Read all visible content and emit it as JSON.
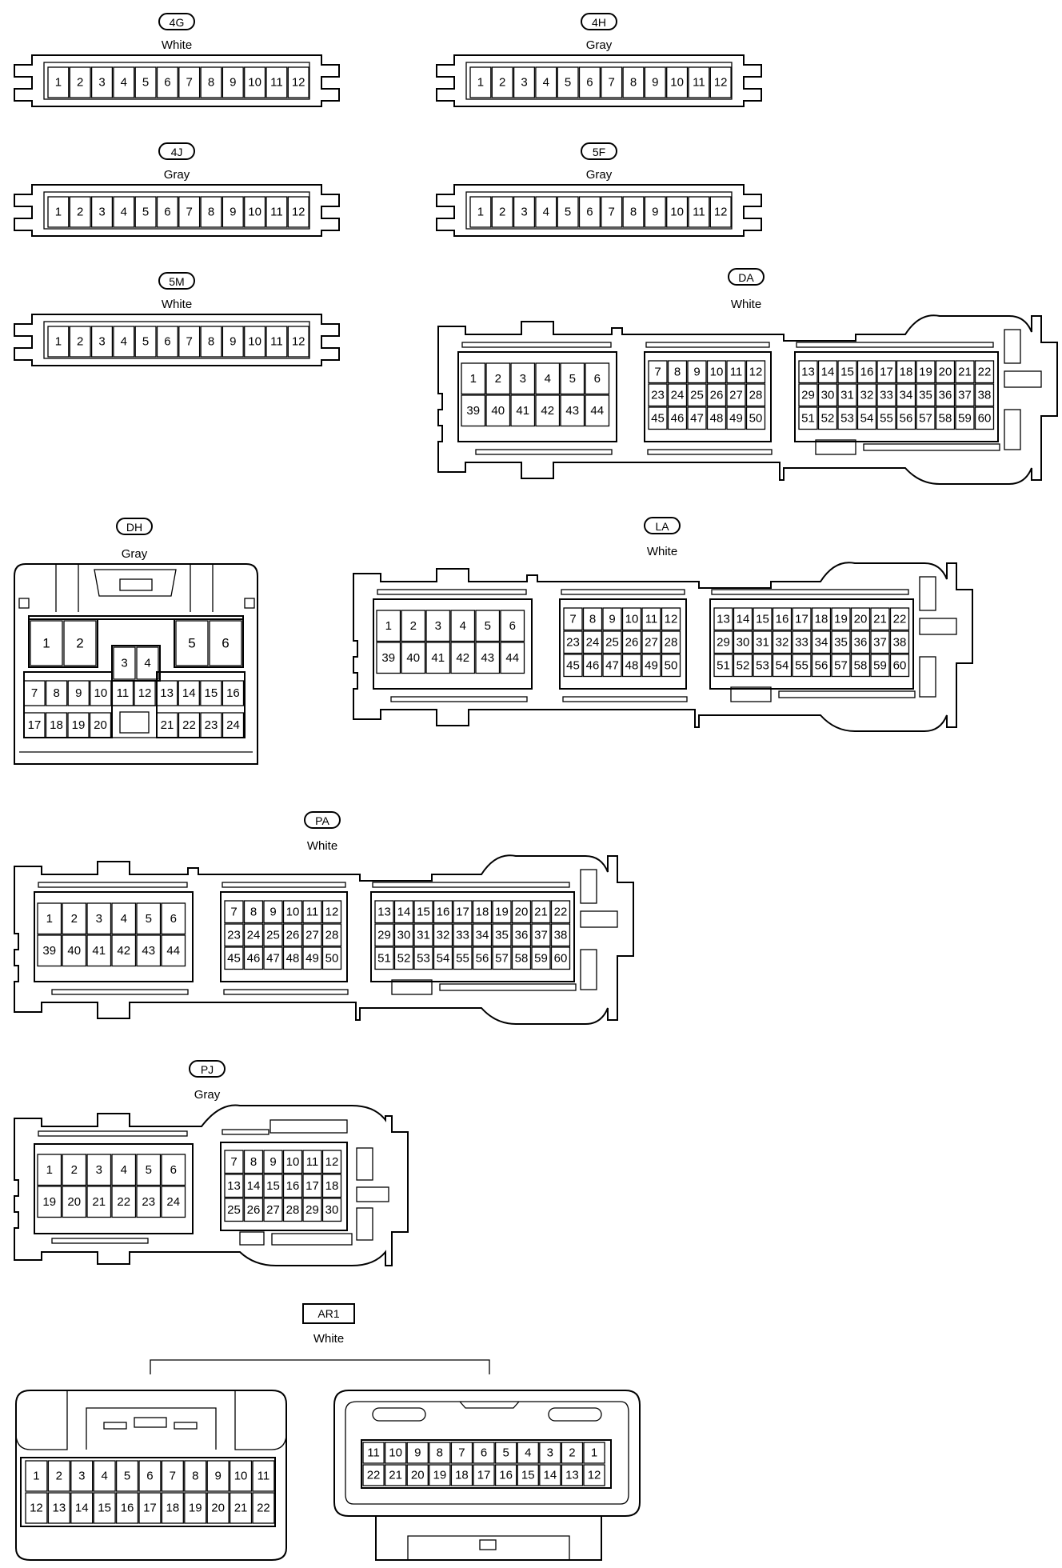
{
  "connectors": [
    {
      "id": "4G",
      "color": "White",
      "pins": [
        "1",
        "2",
        "3",
        "4",
        "5",
        "6",
        "7",
        "8",
        "9",
        "10",
        "11",
        "12"
      ]
    },
    {
      "id": "4H",
      "color": "Gray",
      "pins": [
        "1",
        "2",
        "3",
        "4",
        "5",
        "6",
        "7",
        "8",
        "9",
        "10",
        "11",
        "12"
      ]
    },
    {
      "id": "4J",
      "color": "Gray",
      "pins": [
        "1",
        "2",
        "3",
        "4",
        "5",
        "6",
        "7",
        "8",
        "9",
        "10",
        "11",
        "12"
      ]
    },
    {
      "id": "5F",
      "color": "Gray",
      "pins": [
        "1",
        "2",
        "3",
        "4",
        "5",
        "6",
        "7",
        "8",
        "9",
        "10",
        "11",
        "12"
      ]
    },
    {
      "id": "5M",
      "color": "White",
      "pins": [
        "1",
        "2",
        "3",
        "4",
        "5",
        "6",
        "7",
        "8",
        "9",
        "10",
        "11",
        "12"
      ]
    },
    {
      "id": "DA",
      "color": "White",
      "blocks": [
        [
          [
            "1",
            "2",
            "3",
            "4",
            "5",
            "6"
          ],
          [
            "39",
            "40",
            "41",
            "42",
            "43",
            "44"
          ]
        ],
        [
          [
            "7",
            "8",
            "9",
            "10",
            "11",
            "12"
          ],
          [
            "23",
            "24",
            "25",
            "26",
            "27",
            "28"
          ],
          [
            "45",
            "46",
            "47",
            "48",
            "49",
            "50"
          ]
        ],
        [
          [
            "13",
            "14",
            "15",
            "16",
            "17",
            "18",
            "19",
            "20",
            "21",
            "22"
          ],
          [
            "29",
            "30",
            "31",
            "32",
            "33",
            "34",
            "35",
            "36",
            "37",
            "38"
          ],
          [
            "51",
            "52",
            "53",
            "54",
            "55",
            "56",
            "57",
            "58",
            "59",
            "60"
          ]
        ]
      ]
    },
    {
      "id": "DH",
      "color": "Gray",
      "pins_top": [
        "1",
        "2",
        "5",
        "6"
      ],
      "pins_mid": [
        "3",
        "4"
      ],
      "row1": [
        "7",
        "8",
        "9",
        "10",
        "11",
        "12",
        "13",
        "14",
        "15",
        "16"
      ],
      "row2_left": [
        "17",
        "18",
        "19",
        "20"
      ],
      "row2_right": [
        "21",
        "22",
        "23",
        "24"
      ]
    },
    {
      "id": "LA",
      "color": "White",
      "blocks": [
        [
          [
            "1",
            "2",
            "3",
            "4",
            "5",
            "6"
          ],
          [
            "39",
            "40",
            "41",
            "42",
            "43",
            "44"
          ]
        ],
        [
          [
            "7",
            "8",
            "9",
            "10",
            "11",
            "12"
          ],
          [
            "23",
            "24",
            "25",
            "26",
            "27",
            "28"
          ],
          [
            "45",
            "46",
            "47",
            "48",
            "49",
            "50"
          ]
        ],
        [
          [
            "13",
            "14",
            "15",
            "16",
            "17",
            "18",
            "19",
            "20",
            "21",
            "22"
          ],
          [
            "29",
            "30",
            "31",
            "32",
            "33",
            "34",
            "35",
            "36",
            "37",
            "38"
          ],
          [
            "51",
            "52",
            "53",
            "54",
            "55",
            "56",
            "57",
            "58",
            "59",
            "60"
          ]
        ]
      ]
    },
    {
      "id": "PA",
      "color": "White",
      "blocks": [
        [
          [
            "1",
            "2",
            "3",
            "4",
            "5",
            "6"
          ],
          [
            "39",
            "40",
            "41",
            "42",
            "43",
            "44"
          ]
        ],
        [
          [
            "7",
            "8",
            "9",
            "10",
            "11",
            "12"
          ],
          [
            "23",
            "24",
            "25",
            "26",
            "27",
            "28"
          ],
          [
            "45",
            "46",
            "47",
            "48",
            "49",
            "50"
          ]
        ],
        [
          [
            "13",
            "14",
            "15",
            "16",
            "17",
            "18",
            "19",
            "20",
            "21",
            "22"
          ],
          [
            "29",
            "30",
            "31",
            "32",
            "33",
            "34",
            "35",
            "36",
            "37",
            "38"
          ],
          [
            "51",
            "52",
            "53",
            "54",
            "55",
            "56",
            "57",
            "58",
            "59",
            "60"
          ]
        ]
      ]
    },
    {
      "id": "PJ",
      "color": "Gray",
      "blocks": [
        [
          [
            "1",
            "2",
            "3",
            "4",
            "5",
            "6"
          ],
          [
            "19",
            "20",
            "21",
            "22",
            "23",
            "24"
          ]
        ],
        [
          [
            "7",
            "8",
            "9",
            "10",
            "11",
            "12"
          ],
          [
            "13",
            "14",
            "15",
            "16",
            "17",
            "18"
          ],
          [
            "25",
            "26",
            "27",
            "28",
            "29",
            "30"
          ]
        ]
      ]
    },
    {
      "id": "AR1",
      "color": "White",
      "left_rows": [
        [
          "1",
          "2",
          "3",
          "4",
          "5",
          "6",
          "7",
          "8",
          "9",
          "10",
          "11"
        ],
        [
          "12",
          "13",
          "14",
          "15",
          "16",
          "17",
          "18",
          "19",
          "20",
          "21",
          "22"
        ]
      ],
      "right_rows": [
        [
          "11",
          "10",
          "9",
          "8",
          "7",
          "6",
          "5",
          "4",
          "3",
          "2",
          "1"
        ],
        [
          "22",
          "21",
          "20",
          "19",
          "18",
          "17",
          "16",
          "15",
          "14",
          "13",
          "12"
        ]
      ]
    }
  ]
}
